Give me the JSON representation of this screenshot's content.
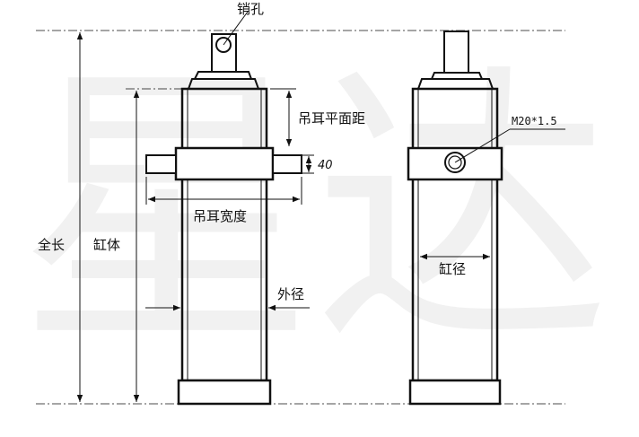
{
  "watermark": "星达",
  "labels": {
    "pin_hole": "销孔",
    "overall_length": "全长",
    "cylinder_body": "缸体",
    "lug_plane_distance": "吊耳平面距",
    "lug_thickness": "40",
    "lug_width": "吊耳宽度",
    "outer_diameter": "外径",
    "bore": "缸径",
    "port_thread": "M20*1.5"
  },
  "colors": {
    "line": "#111111",
    "watermark": "#f1f1f1"
  }
}
